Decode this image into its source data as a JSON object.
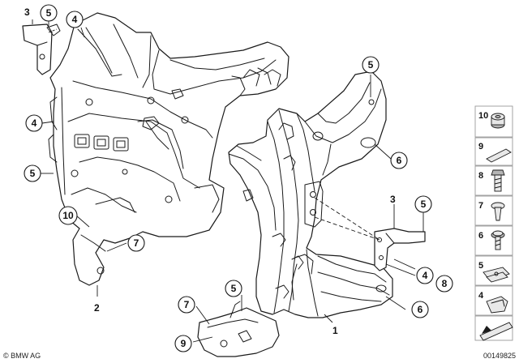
{
  "callouts": {
    "c3_top": "3",
    "c5_top": "5",
    "c4_top": "4",
    "c4_left": "4",
    "c5_left": "5",
    "c10_left": "10",
    "c2": "2",
    "c7_mid": "7",
    "c5_right_top": "5",
    "c6_right": "6",
    "c3_right": "3",
    "c5_right": "5",
    "c4_right": "4",
    "c8_right": "8",
    "c6_bottom": "6",
    "c5_bottom": "5",
    "c7_bottom": "7",
    "c9_bottom": "9",
    "c1": "1"
  },
  "legend": {
    "items": [
      {
        "num": "10",
        "icon": "rubber-grommet-icon"
      },
      {
        "num": "9",
        "icon": "foam-strip-icon"
      },
      {
        "num": "8",
        "icon": "hex-bolt-icon"
      },
      {
        "num": "7",
        "icon": "expanding-rivet-icon"
      },
      {
        "num": "6",
        "icon": "flange-screw-icon"
      },
      {
        "num": "5",
        "icon": "spring-nut-icon"
      },
      {
        "num": "4",
        "icon": "clip-nut-icon"
      }
    ]
  },
  "footer": {
    "brand": "© BMW AG",
    "diagram_id": "00149825"
  }
}
